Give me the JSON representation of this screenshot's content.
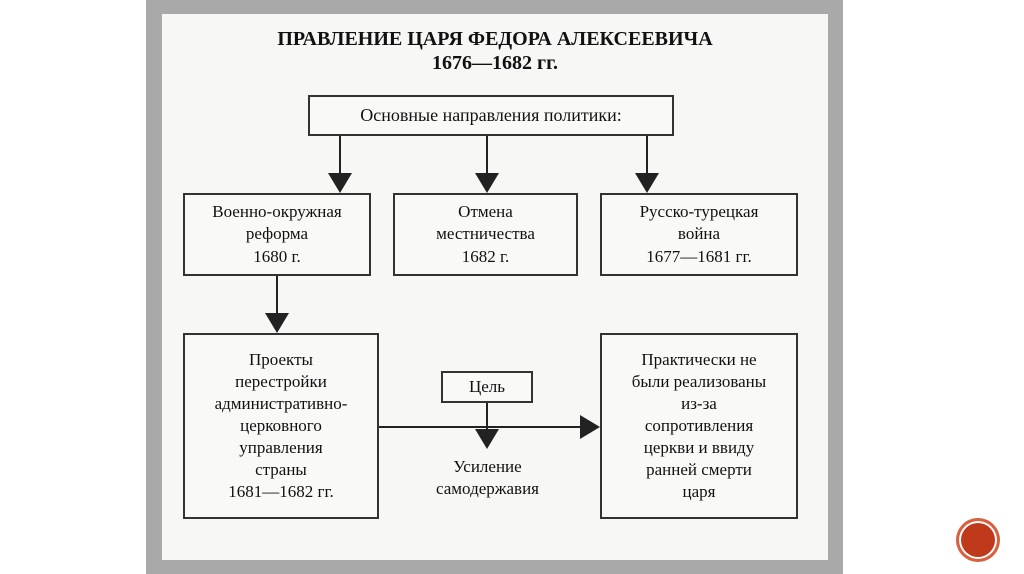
{
  "title": "ПРАВЛЕНИЕ ЦАРЯ ФЕДОРА АЛЕКСЕЕВИЧА",
  "years": "1676—1682 гг.",
  "root": "Основные направления политики:",
  "directions": [
    "Военно-окружная\nреформа\n1680 г.",
    "Отмена\nместничества\n1682 г.",
    "Русско-турецкая\nвойна\n1677—1681 гг."
  ],
  "projects": "Проекты\nперестройки\nадминистративно-\nцерковного\nуправления\nстраны\n1681—1682 гг.",
  "goal_label": "Цель",
  "goal": "Усиление\nсамодержавия",
  "result": "Практически не\nбыли реализованы\nиз-за\nсопротивления\nцеркви и ввиду\nранней смерти\nцаря",
  "colors": {
    "frame": "#a9a9a9",
    "nav_button": "#c0391b"
  }
}
